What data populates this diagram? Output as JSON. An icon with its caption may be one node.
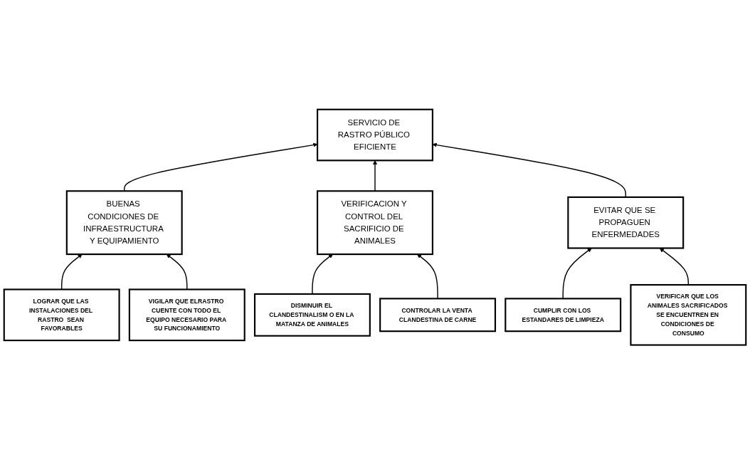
{
  "diagram": {
    "nodes": [
      {
        "text": [
          "SERVICIO DE RASTRO PÚBLICO EFICIENTE"
        ]
      },
      {
        "text": [
          "BUENAS CONDICIONES DE INFRAESTRUCTURA Y EQUIPAMIENTO"
        ]
      },
      {
        "text": [
          "VERIFICACION Y CONTROL DEL SACRIFICIO DE ANIMALES"
        ]
      },
      {
        "text": [
          "EVITAR QUE SE PROPAGUEN ENFERMEDADES"
        ]
      },
      {
        "text": [
          "LOGRAR QUE LAS INSTALACIONES DEL RASTRO  SEAN FAVORABLES"
        ]
      },
      {
        "text": [
          "VIGILAR QUE ELRASTRO CUENTE CON TODO EL EQUIPO NECESARIO PARA SU FUNCIONAMIENTO"
        ]
      },
      {
        "text": [
          "DISMINUIR EL CLANDESTINALISM O EN LA MATANZA DE ANIMALES"
        ]
      },
      {
        "text": [
          "CONTROLAR LA VENTA CLANDESTINA DE CARNE"
        ]
      },
      {
        "text": [
          "CUMPLIR CON LOS ESTANDARES DE LIMPIEZA"
        ]
      },
      {
        "text": [
          "VERIFICAR QUE LOS ANIMALES SACRIFICADOS SE ENCUENTREN EN CONDICIONES DE CONSUMO"
        ]
      }
    ],
    "edges": [
      {
        "from": 1,
        "to": 0,
        "arrow": "to"
      },
      {
        "from": 2,
        "to": 0,
        "arrow": "to"
      },
      {
        "from": 3,
        "to": 0,
        "arrow": "to"
      },
      {
        "from": 4,
        "to": 1,
        "arrow": "to"
      },
      {
        "from": 5,
        "to": 1,
        "arrow": "to"
      },
      {
        "from": 6,
        "to": 2,
        "arrow": "to"
      },
      {
        "from": 7,
        "to": 2,
        "arrow": "to"
      },
      {
        "from": 8,
        "to": 3,
        "arrow": "to"
      },
      {
        "from": 9,
        "to": 3,
        "arrow": "to"
      }
    ]
  }
}
